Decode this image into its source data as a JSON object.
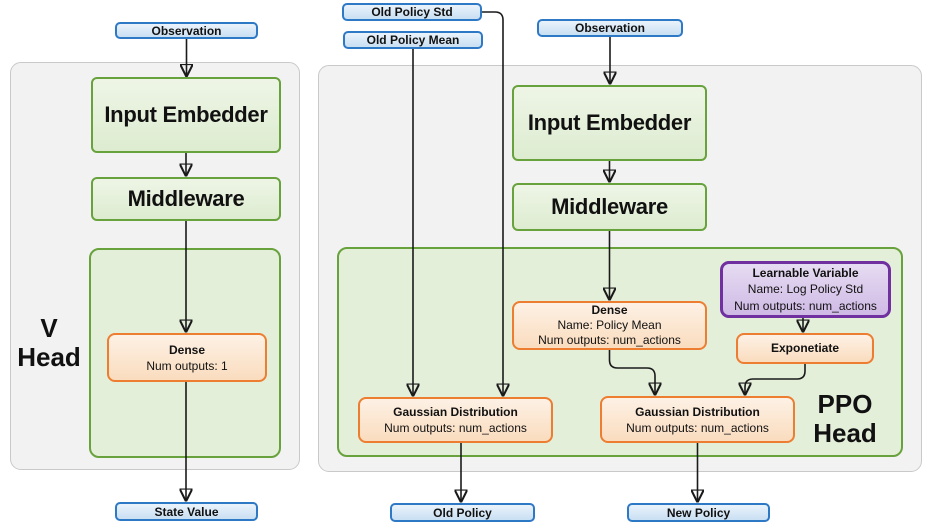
{
  "colors": {
    "io_border": "#2e79c6",
    "io_fill_top": "#eaf3fb",
    "io_fill_bottom": "#c9dff3",
    "layer_border": "#68a23c",
    "layer_fill_top": "#eef5e6",
    "layer_fill_bottom": "#ddecd0",
    "green_container_fill": "#e4efda",
    "orange_border": "#ed7d31",
    "orange_fill_top": "#fdf1e5",
    "orange_fill_bottom": "#fadcbe",
    "purple_border": "#7030a0",
    "purple_fill_top": "#e6dcf2",
    "purple_fill_bottom": "#cfb9e5",
    "gray_container_fill": "#f2f2f2",
    "gray_container_border": "#c9c9c9",
    "connector": "#1a1a1a",
    "text": "#111111"
  },
  "v_head": {
    "label": [
      "V",
      "Head"
    ],
    "observation": "Observation",
    "input_embedder": "Input Embedder",
    "middleware": "Middleware",
    "dense": {
      "title": "Dense",
      "outputs": "Num outputs: 1"
    },
    "output": "State Value"
  },
  "ppo_head": {
    "label": [
      "PPO",
      "Head"
    ],
    "old_policy_std": "Old Policy Std",
    "old_policy_mean": "Old Policy Mean",
    "observation": "Observation",
    "input_embedder": "Input Embedder",
    "middleware": "Middleware",
    "dense": {
      "title": "Dense",
      "name": "Name: Policy Mean",
      "outputs": "Num outputs: num_actions"
    },
    "learnable_variable": {
      "title": "Learnable Variable",
      "name": "Name: Log Policy Std",
      "outputs": "Num outputs: num_actions"
    },
    "exponetiate": "Exponetiate",
    "gaussian_old": {
      "title": "Gaussian Distribution",
      "outputs": "Num outputs: num_actions"
    },
    "gaussian_new": {
      "title": "Gaussian Distribution",
      "outputs": "Num outputs: num_actions"
    },
    "output_old": "Old Policy",
    "output_new": "New Policy"
  }
}
